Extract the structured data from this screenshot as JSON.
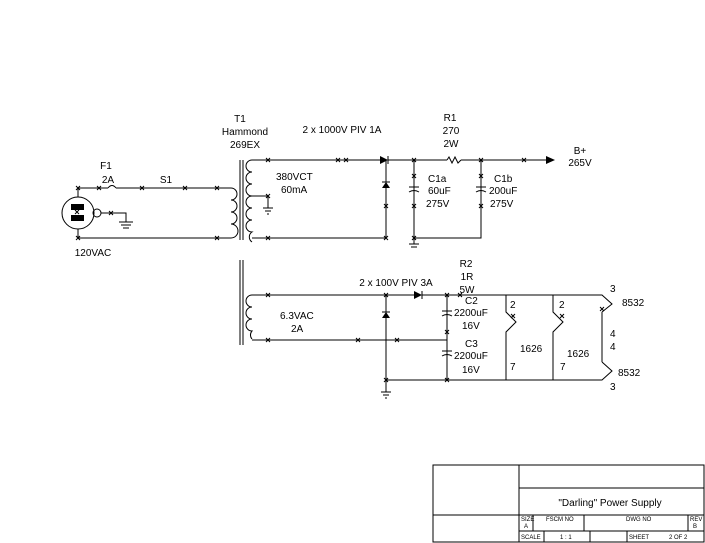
{
  "transformer": {
    "ref": "T1",
    "maker": "Hammond",
    "model": "269EX"
  },
  "fuse": {
    "ref": "F1",
    "value": "2A"
  },
  "switch": {
    "ref": "S1"
  },
  "mains": {
    "label": "120VAC"
  },
  "hv_winding": {
    "voltage": "380VCT",
    "current": "60mA"
  },
  "hv_diodes": {
    "label": "2 x 1000V PIV 1A"
  },
  "r1": {
    "ref": "R1",
    "value": "270",
    "power": "2W"
  },
  "c1a": {
    "ref": "C1a",
    "value": "60uF",
    "voltage": "275V"
  },
  "c1b": {
    "ref": "C1b",
    "value": "200uF",
    "voltage": "275V"
  },
  "bplus": {
    "label": "B+",
    "voltage": "265V"
  },
  "lv_winding": {
    "voltage": "6.3VAC",
    "current": "2A"
  },
  "lv_diodes": {
    "label": "2 x 100V PIV 3A"
  },
  "r2": {
    "ref": "R2",
    "value": "1R",
    "power": "5W"
  },
  "c2": {
    "ref": "C2",
    "value": "2200uF",
    "voltage": "16V"
  },
  "c3": {
    "ref": "C3",
    "value": "2200uF",
    "voltage": "16V"
  },
  "tube1": {
    "type": "1626",
    "pin_top": "2",
    "pin_bottom": "7"
  },
  "tube2": {
    "type": "1626",
    "pin_top": "2",
    "pin_bottom": "7"
  },
  "tube3": {
    "type": "8532",
    "pin_top": "3",
    "pin_mid": "4"
  },
  "tube4": {
    "type": "8532",
    "pin_mid": "4",
    "pin_bottom": "3"
  },
  "title_block": {
    "title": "\"Darling\" Power Supply",
    "size_label": "SIZE",
    "size_value": "A",
    "fscm_label": "FSCM NO",
    "dwg_label": "DWG NO",
    "rev_label": "REV",
    "rev_value": "B",
    "scale_label": "SCALE",
    "scale_value": "1 : 1",
    "sheet_label": "SHEET",
    "sheet_value": "2 OF 2"
  }
}
